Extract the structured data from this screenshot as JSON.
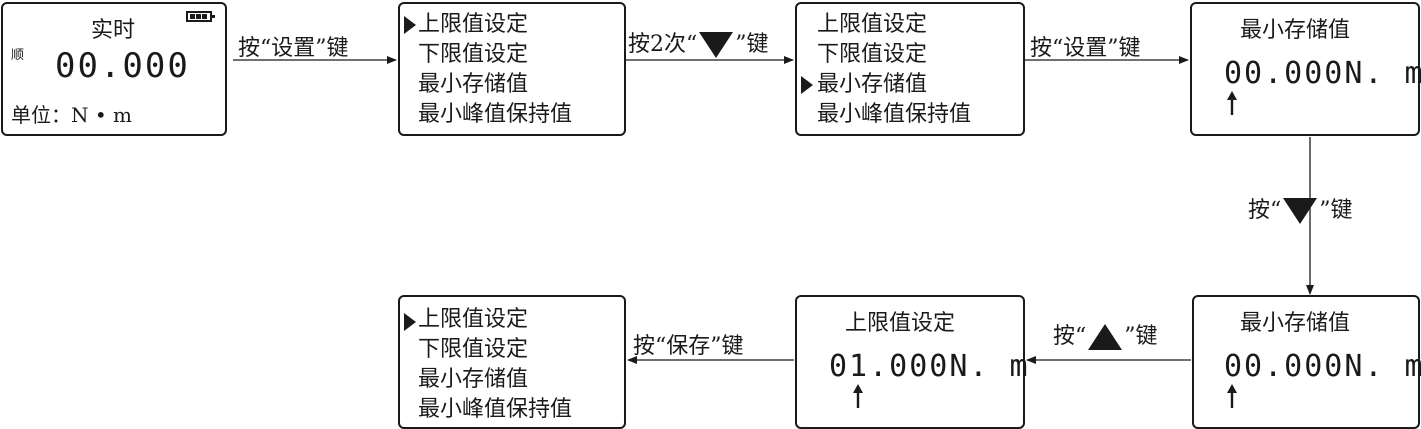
{
  "screen_start": {
    "title": "实时",
    "mode": "顺",
    "value": "00.000",
    "unit": "单位：N • m",
    "battery_icon": "battery-icon"
  },
  "menu": {
    "item1": "上限值设定",
    "item2": "下限值设定",
    "item3": "最小存储值",
    "item4": "最小峰值保持值"
  },
  "edit_min": {
    "title": "最小存储值",
    "value": "00.000N. m"
  },
  "edit_upper": {
    "title": "上限值设定",
    "value": "01.000N. m"
  },
  "steps": {
    "press_set_1": "按“设置”键",
    "press_down_2_prefix": "按2次“",
    "press_down_2_suffix": "”键",
    "press_set_2": "按“设置”键",
    "press_down_prefix": "按“",
    "press_down_suffix": "”键",
    "press_up_prefix": "按“",
    "press_up_suffix": "”键",
    "press_save": "按“保存”键"
  }
}
